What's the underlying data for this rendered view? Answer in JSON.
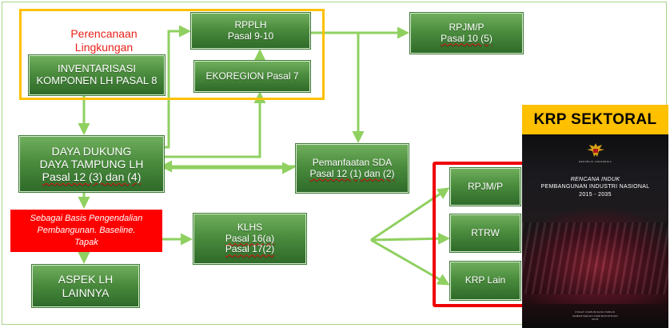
{
  "colors": {
    "box_green": "#4b8c3e",
    "arrow_green": "#8fd060",
    "orange": "#ffc000",
    "red": "#ee0000",
    "perencanaan_red": "#e8221a"
  },
  "groups": {
    "perencanaan": [
      "Perencanaan",
      "Lingkungan"
    ]
  },
  "nodes": {
    "inventarisasi": [
      "INVENTARISASI",
      "KOMPONEN LH PASAL 8"
    ],
    "rpplh": [
      "RPPLH",
      "Pasal 9-10"
    ],
    "ekoregion": "EKOREGION Pasal 7",
    "rpjmp_top": [
      "RPJM/P",
      "Pasal 10 (5)"
    ],
    "daya": [
      "DAYA DUKUNG",
      "DAYA TAMPUNG LH",
      "Pasal 12 (3) dan (4)"
    ],
    "pemanfaatan": [
      "Pemanfaatan SDA",
      "Pasal 12 (1) dan (2)"
    ],
    "klhs": [
      "KLHS",
      "Pasal 16(a)",
      "Pasal 17(2)"
    ],
    "aspek": [
      "ASPEK LH",
      "LAINNYA"
    ],
    "rpjmp_right": "RPJM/P",
    "rtrw": "RTRW",
    "krp_lain": "KRP Lain"
  },
  "note": [
    "Sebagai Basis Pengendalian",
    "Pembangunan. Baseline.",
    "Tapak"
  ],
  "krp_sektoral": {
    "banner": "KRP SEKTORAL",
    "book": {
      "title_line1": "RENCANA INDUK",
      "title_line2": "PEMBANGUNAN INDUSTRI NASIONAL",
      "title_line3": "2015 - 2035",
      "footer_line1": "PUSAT KOMUNIKASI PUBLIK",
      "footer_line2": "KEMENTERIAN PERINDUSTRIAN",
      "footer_line3": "2015",
      "emblem_caption": "REPUBLIK INDONESIA"
    }
  }
}
